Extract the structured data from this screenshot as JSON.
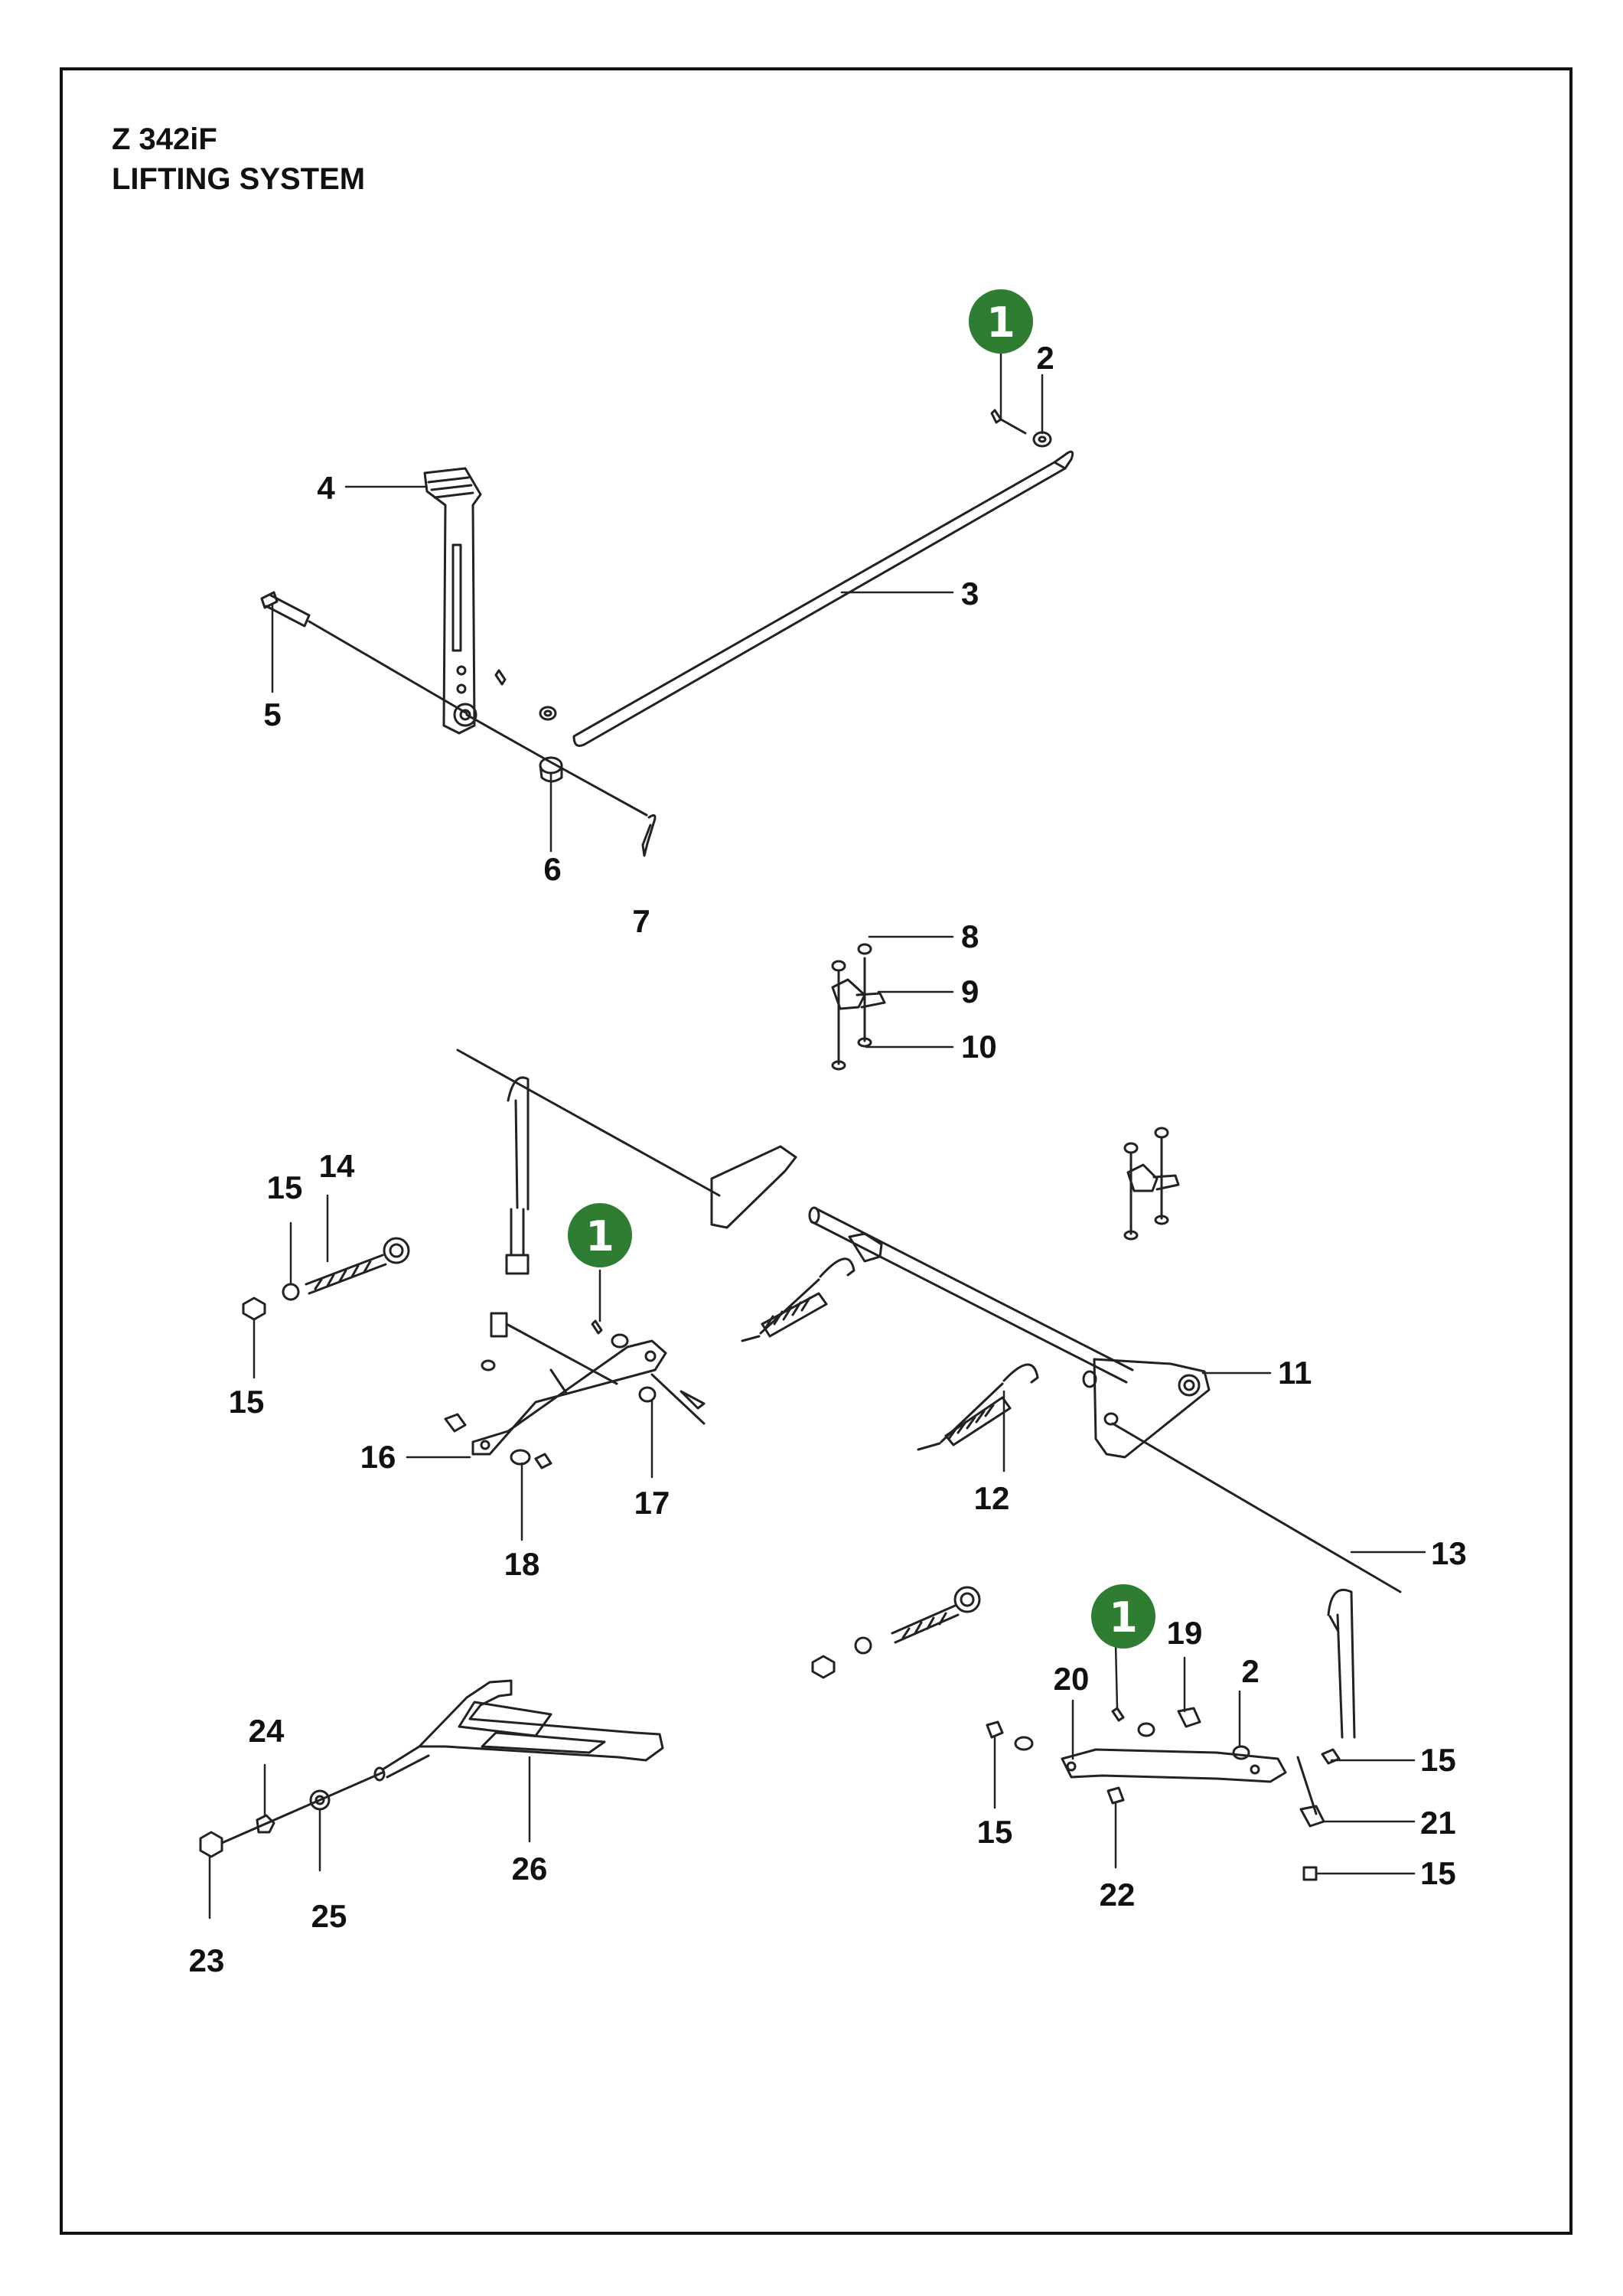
{
  "header": {
    "model": "Z 342iF",
    "section": "LIFTING SYSTEM"
  },
  "colors": {
    "badge": "#2e7d32",
    "line": "#222222"
  },
  "badges": [
    {
      "key": "b1",
      "text": "1"
    },
    {
      "key": "b2",
      "text": "1"
    },
    {
      "key": "b3",
      "text": "1"
    }
  ],
  "callouts": [
    {
      "key": "c2a",
      "text": "2"
    },
    {
      "key": "c3",
      "text": "3"
    },
    {
      "key": "c4",
      "text": "4"
    },
    {
      "key": "c5",
      "text": "5"
    },
    {
      "key": "c6",
      "text": "6"
    },
    {
      "key": "c7",
      "text": "7"
    },
    {
      "key": "c8",
      "text": "8"
    },
    {
      "key": "c9",
      "text": "9"
    },
    {
      "key": "c10",
      "text": "10"
    },
    {
      "key": "c11",
      "text": "11"
    },
    {
      "key": "c12",
      "text": "12"
    },
    {
      "key": "c13",
      "text": "13"
    },
    {
      "key": "c14",
      "text": "14"
    },
    {
      "key": "c15a",
      "text": "15"
    },
    {
      "key": "c15b",
      "text": "15"
    },
    {
      "key": "c16",
      "text": "16"
    },
    {
      "key": "c17",
      "text": "17"
    },
    {
      "key": "c18",
      "text": "18"
    },
    {
      "key": "c19",
      "text": "19"
    },
    {
      "key": "c2b",
      "text": "2"
    },
    {
      "key": "c20",
      "text": "20"
    },
    {
      "key": "c15c",
      "text": "15"
    },
    {
      "key": "c15d",
      "text": "15"
    },
    {
      "key": "c21",
      "text": "21"
    },
    {
      "key": "c15e",
      "text": "15"
    },
    {
      "key": "c22",
      "text": "22"
    },
    {
      "key": "c24",
      "text": "24"
    },
    {
      "key": "c25",
      "text": "25"
    },
    {
      "key": "c23",
      "text": "23"
    },
    {
      "key": "c26",
      "text": "26"
    }
  ]
}
